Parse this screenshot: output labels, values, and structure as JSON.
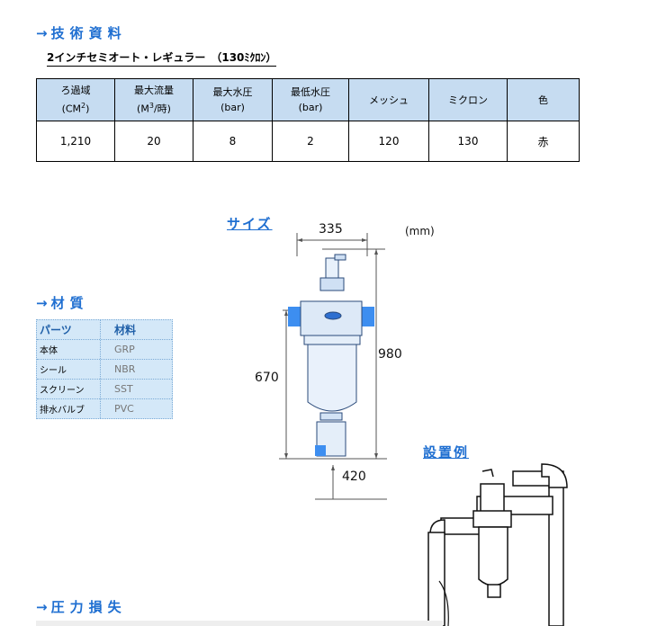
{
  "headings": {
    "tech": "技術資料",
    "material": "材質",
    "pressure": "圧力損失",
    "arrow": "→"
  },
  "subtitle": "2インチセミオート・レギュラー　（130ﾐｸﾛﾝ）",
  "spec_table": {
    "headers": [
      {
        "line1": "ろ過域",
        "line2": "(CM2)"
      },
      {
        "line1": "最大流量",
        "line2": "(M3/時)"
      },
      {
        "line1": "最大水圧",
        "line2": "(bar)"
      },
      {
        "line1": "最低水圧",
        "line2": "(bar)"
      },
      {
        "line1": "メッシュ",
        "line2": ""
      },
      {
        "line1": "ミクロン",
        "line2": ""
      },
      {
        "line1": "色",
        "line2": ""
      }
    ],
    "values": [
      "1,210",
      "20",
      "8",
      "2",
      "120",
      "130",
      "赤"
    ]
  },
  "materials": {
    "header": {
      "part": "パーツ",
      "material": "材料"
    },
    "rows": [
      {
        "part": "本体",
        "material": "GRP"
      },
      {
        "part": "シール",
        "material": "NBR"
      },
      {
        "part": "スクリーン",
        "material": "SST"
      },
      {
        "part": "排水バルブ",
        "material": "PVC"
      }
    ]
  },
  "size": {
    "title": "サイズ",
    "unit": "(mm)",
    "width": "335",
    "height_total": "980",
    "height_body": "670",
    "clearance": "420"
  },
  "install": {
    "title": "設置例"
  },
  "colors": {
    "heading": "#1f6fd1",
    "table_header_bg": "#c6dcf1",
    "filter_blue": "#3d8ef0"
  }
}
